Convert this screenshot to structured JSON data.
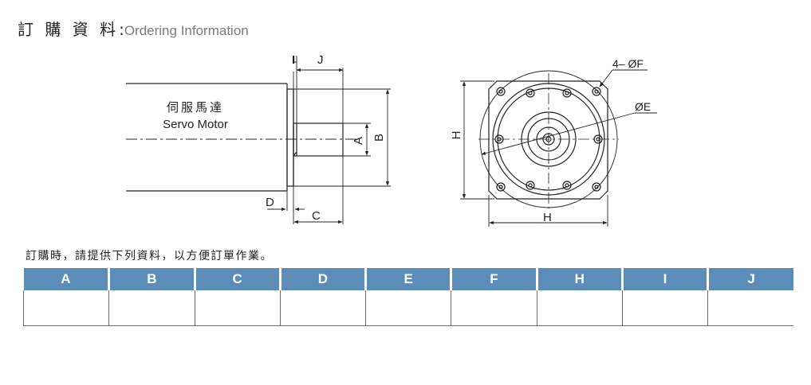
{
  "header": {
    "title_cn": "訂 購 資 料",
    "title_colon": ":",
    "title_en": "Ordering Information"
  },
  "drawing": {
    "motor_label_cn": "伺服馬達",
    "motor_label_en": "Servo Motor",
    "dim_labels": {
      "I": "I",
      "J": "J",
      "A": "A",
      "B": "B",
      "C": "C",
      "D": "D",
      "H_vertical": "H",
      "H_horizontal": "H",
      "E": "ØE",
      "F": "4– ØF"
    }
  },
  "note": "訂購時，請提供下列資料，以方便訂單作業。",
  "table": {
    "headers": [
      "A",
      "B",
      "C",
      "D",
      "E",
      "F",
      "H",
      "I",
      "J"
    ],
    "values": [
      "",
      "",
      "",
      "",
      "",
      "",
      "",
      "",
      ""
    ]
  },
  "colors": {
    "header_bg": "#5b8db8",
    "line": "#231f20"
  }
}
